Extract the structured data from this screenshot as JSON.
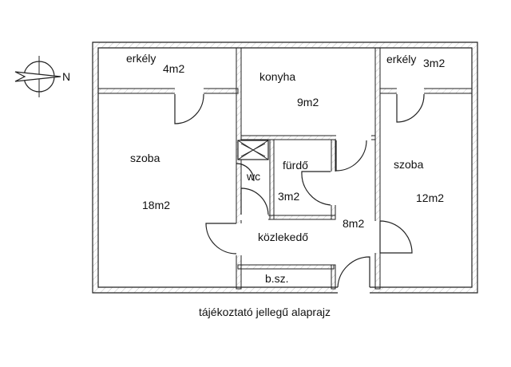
{
  "compass": {
    "letter": "N",
    "icon": "compass-arrow-icon"
  },
  "rooms": {
    "erkely_left": {
      "name": "erkély",
      "area": "4m2"
    },
    "konyha": {
      "name": "konyha",
      "area": "9m2"
    },
    "erkely_right": {
      "name": "erkély",
      "area": "3m2"
    },
    "szoba_left": {
      "name": "szoba",
      "area": "18m2"
    },
    "wc": {
      "name": "wc"
    },
    "furdo": {
      "name": "fürdő",
      "area": "3m2"
    },
    "szoba_right": {
      "name": "szoba",
      "area": "12m2"
    },
    "kozlekedo": {
      "name": "közlekedő",
      "area": "8m2"
    },
    "bsz": {
      "name": "b.sz."
    }
  },
  "caption": "tájékoztató jellegű alaprajz"
}
